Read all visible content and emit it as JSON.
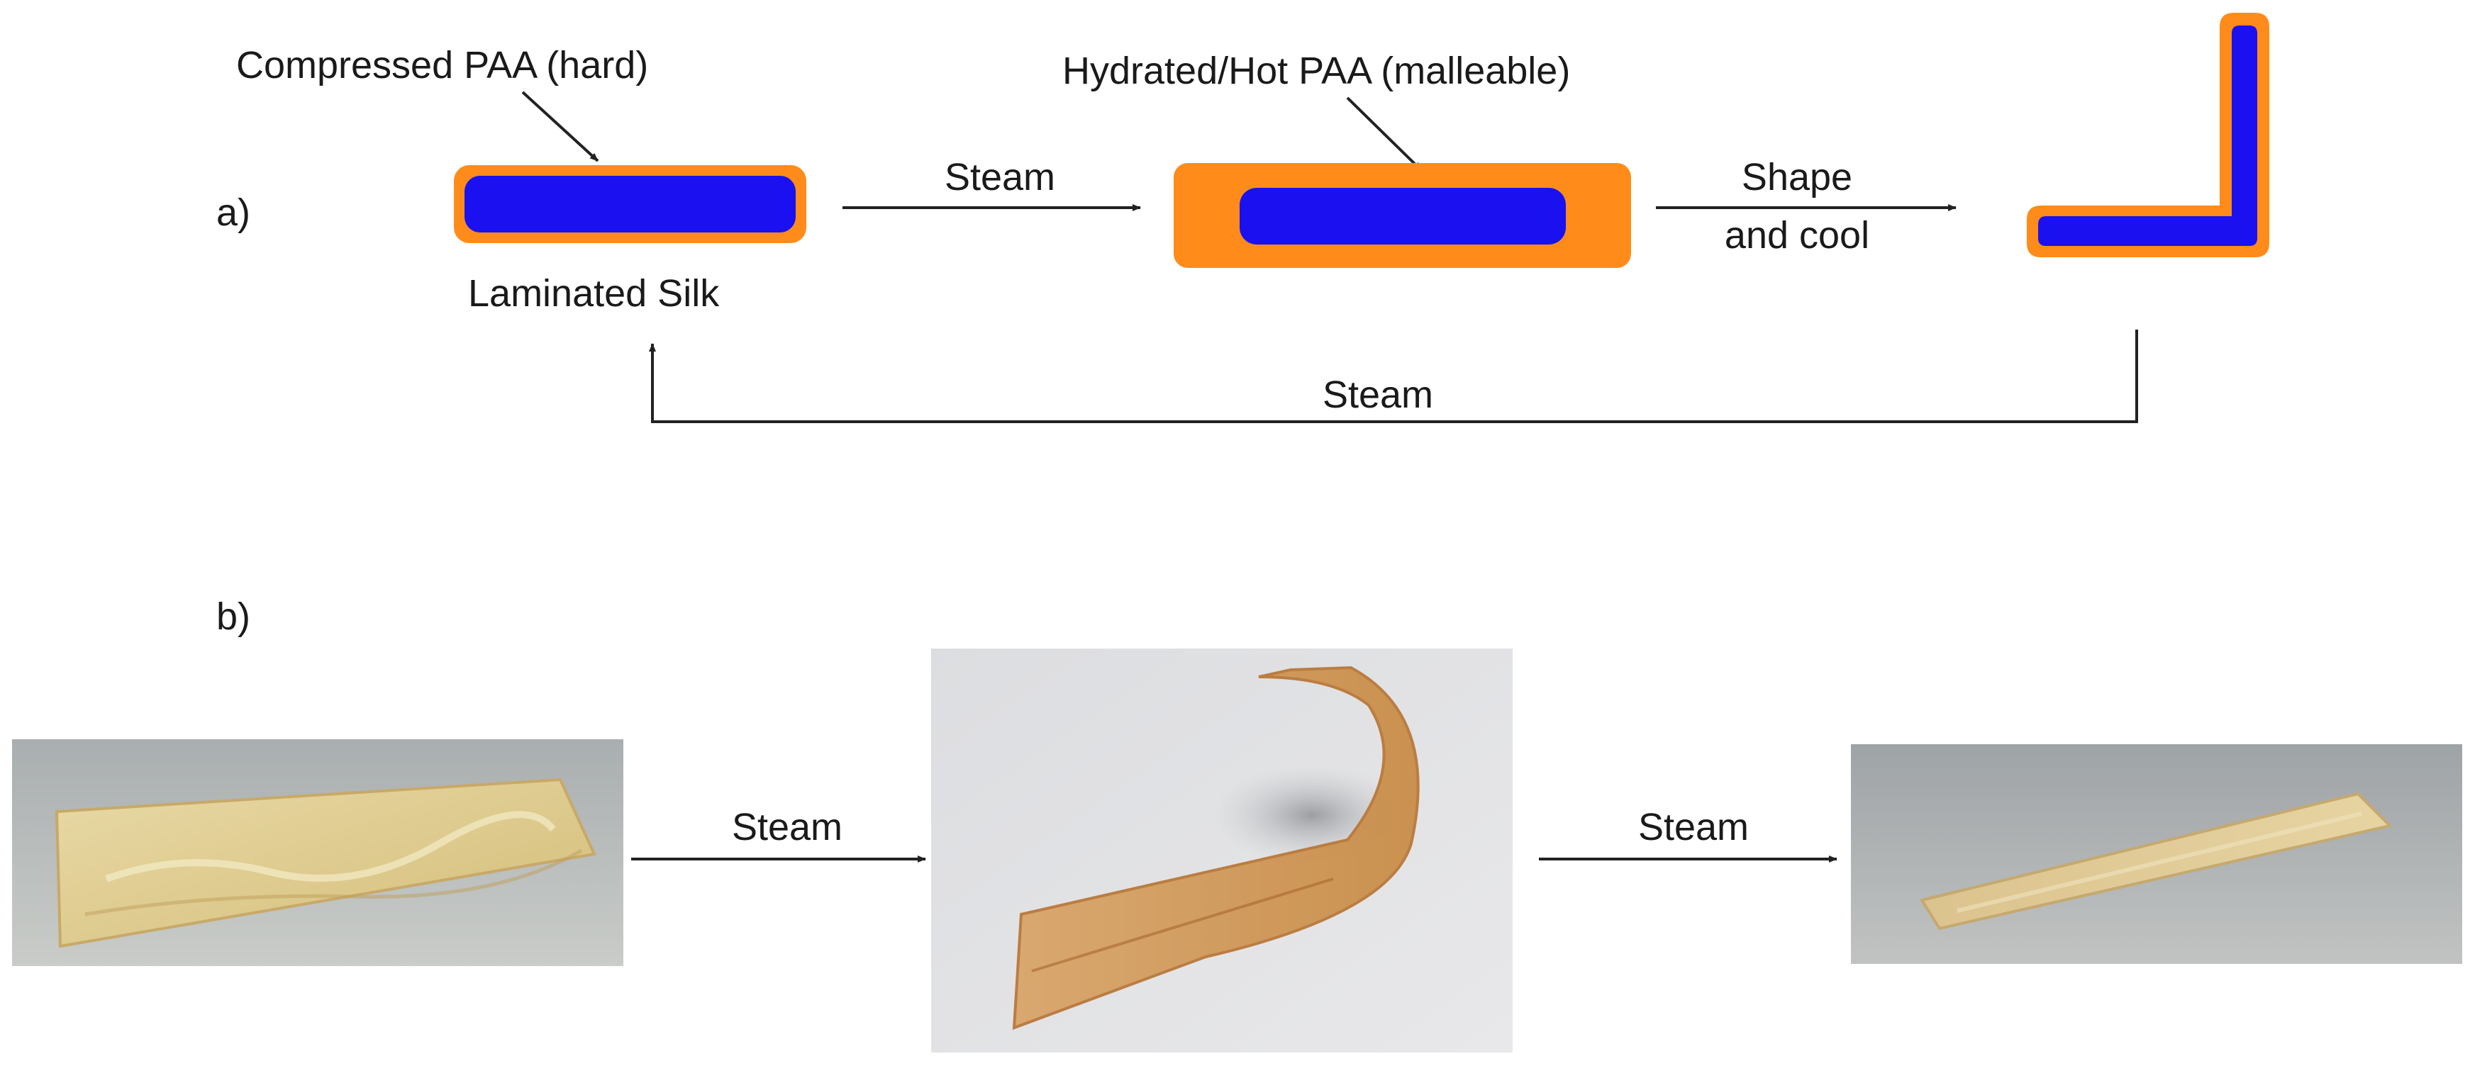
{
  "panel_a": {
    "panel_label": "a)",
    "callout_hard": "Compressed PAA (hard)",
    "callout_malleable": "Hydrated/Hot PAA (malleable)",
    "sample_label": "Laminated Silk",
    "step1_label": "Steam",
    "step2_label_line1": "Shape",
    "step2_label_line2": "and cool",
    "return_label": "Steam"
  },
  "panel_b": {
    "panel_label": "b)",
    "step1_label": "Steam",
    "step2_label": "Steam"
  },
  "colors": {
    "paa_orange": "#FF8C1A",
    "silk_blue": "#1A10F0",
    "line": "#222222"
  }
}
